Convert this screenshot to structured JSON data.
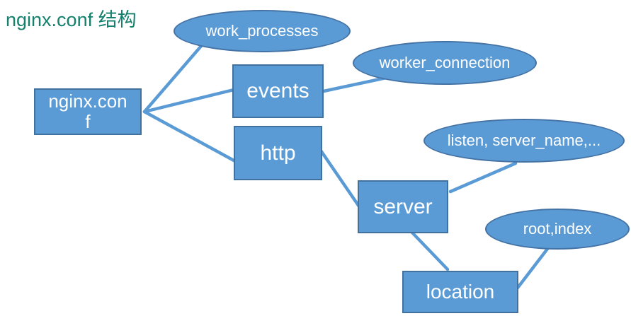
{
  "title": "nginx.conf 结构",
  "colors": {
    "node_fill": "#5b9bd5",
    "rect_border": "#41719c",
    "ellipse_border": "#4472a4",
    "connector": "#5b9bd5",
    "title_color": "#15806c",
    "node_text": "#ffffff",
    "background": "#ffffff"
  },
  "nodes": {
    "nginx_conf": {
      "label": "nginx.conf",
      "shape": "rect"
    },
    "events": {
      "label": "events",
      "shape": "rect"
    },
    "http": {
      "label": "http",
      "shape": "rect"
    },
    "server": {
      "label": "server",
      "shape": "rect"
    },
    "location": {
      "label": "location",
      "shape": "rect"
    },
    "work_processes": {
      "label": "work_processes",
      "shape": "ellipse"
    },
    "worker_connection": {
      "label": "worker_connection",
      "shape": "ellipse"
    },
    "listen_server_name": {
      "label": "listen, server_name,...",
      "shape": "ellipse"
    },
    "root_index": {
      "label": "root,index",
      "shape": "ellipse"
    }
  },
  "edges": [
    {
      "from": "nginx_conf",
      "to": "work_processes"
    },
    {
      "from": "nginx_conf",
      "to": "events"
    },
    {
      "from": "nginx_conf",
      "to": "http"
    },
    {
      "from": "events",
      "to": "worker_connection"
    },
    {
      "from": "http",
      "to": "server"
    },
    {
      "from": "server",
      "to": "listen_server_name"
    },
    {
      "from": "server",
      "to": "location"
    },
    {
      "from": "location",
      "to": "root_index"
    }
  ]
}
